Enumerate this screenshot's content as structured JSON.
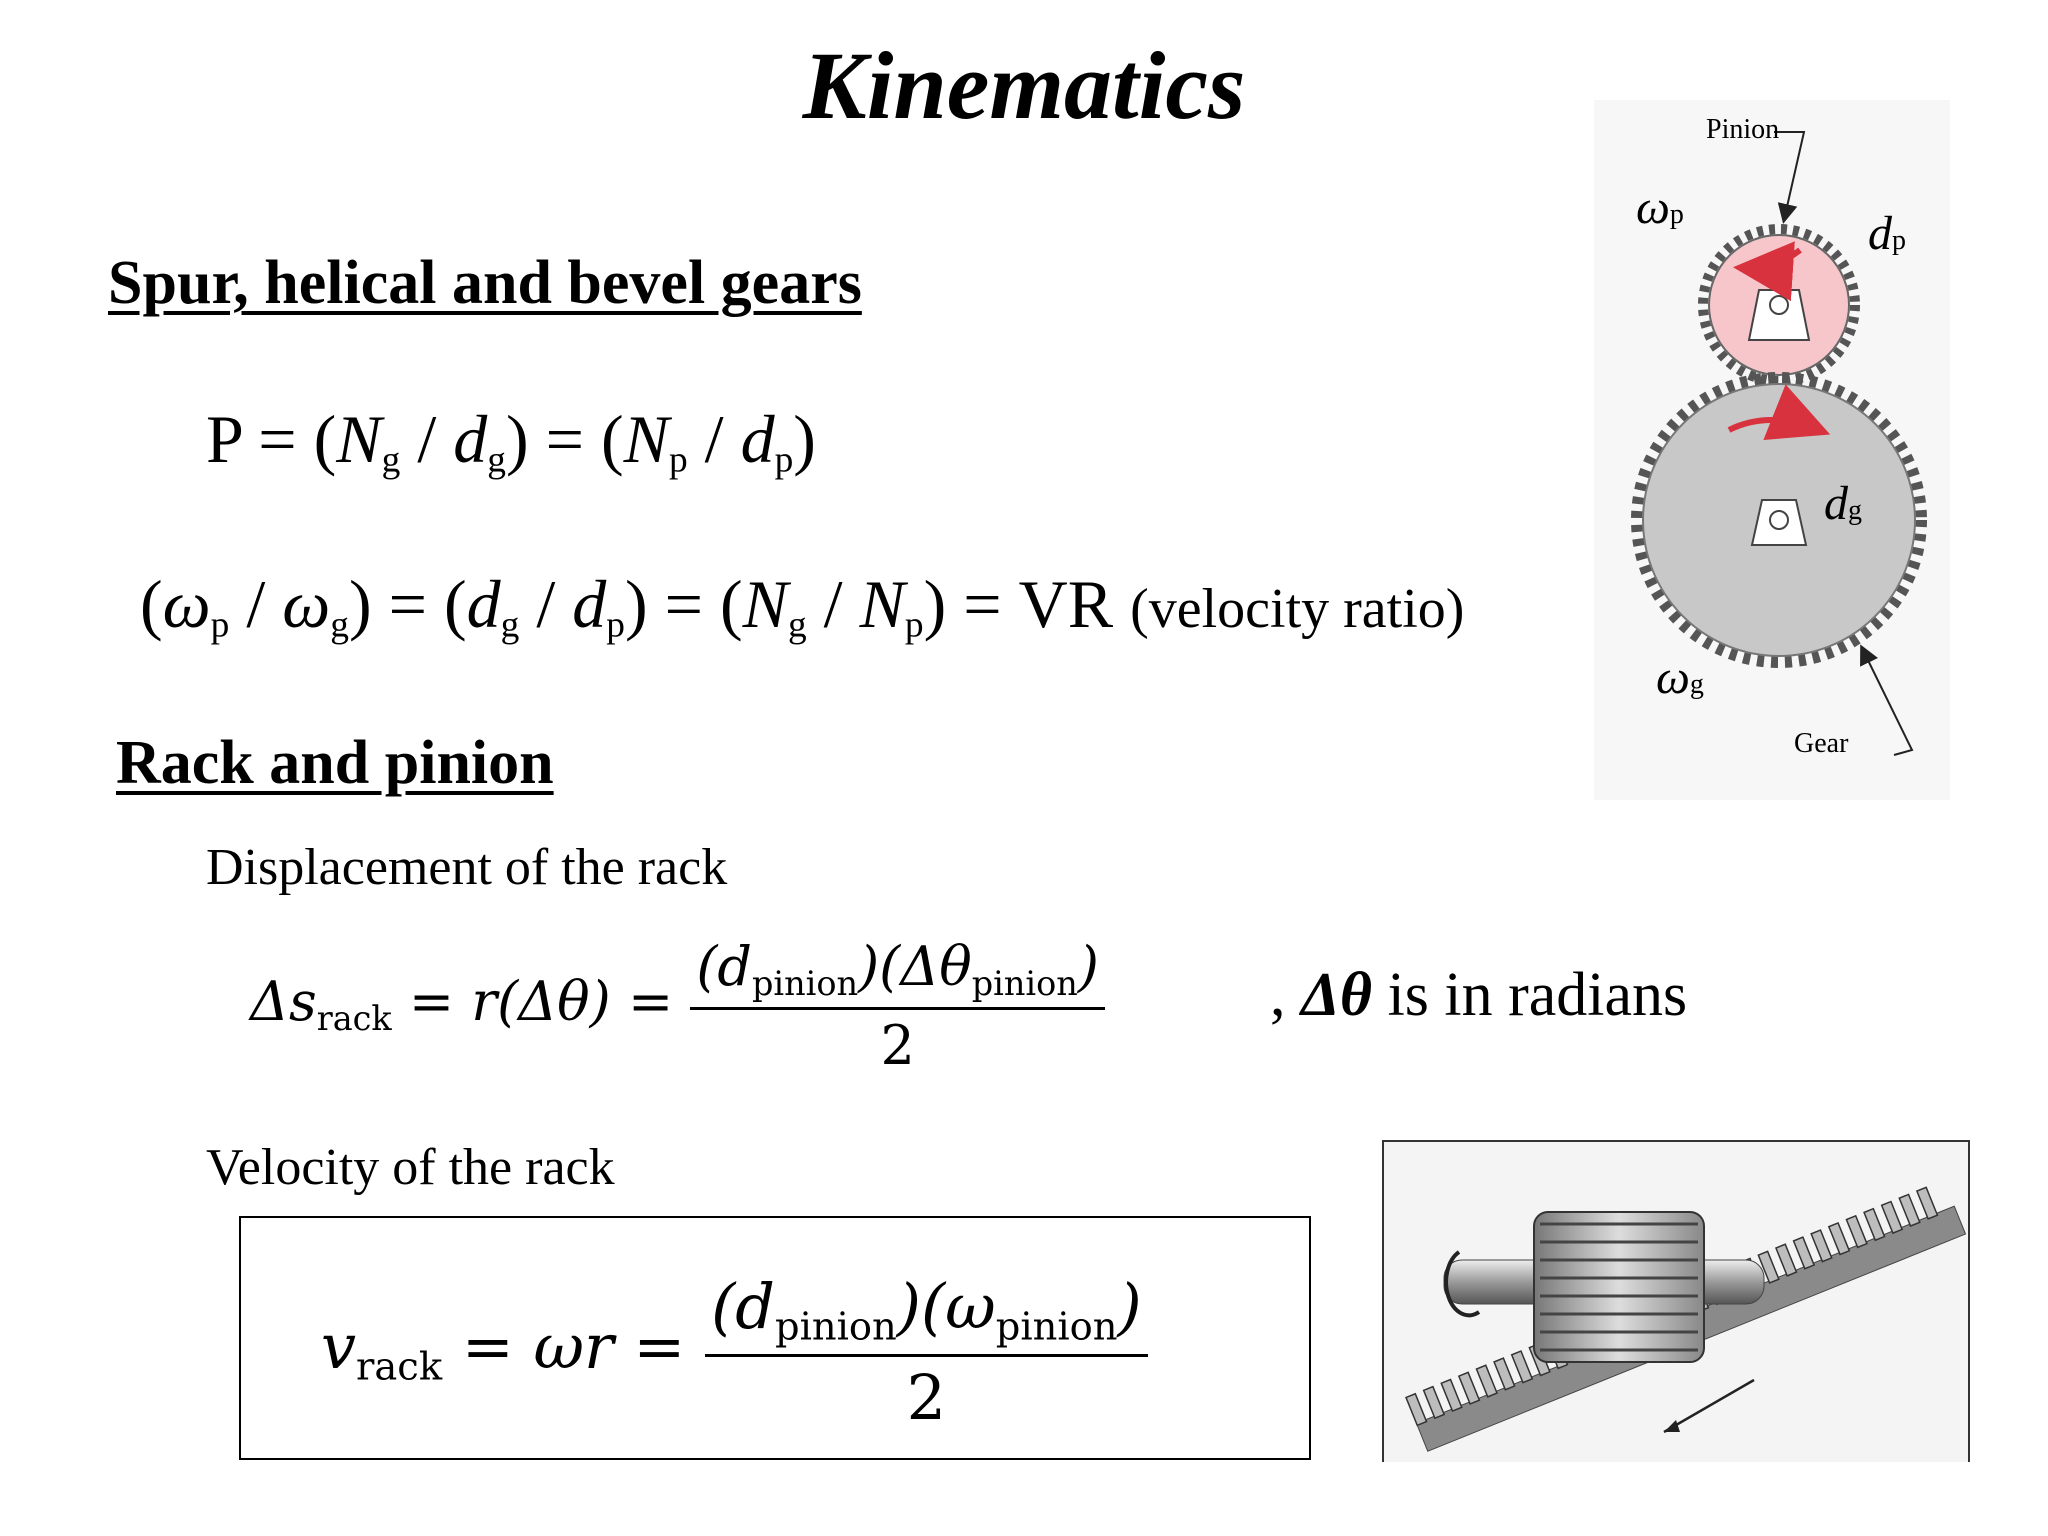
{
  "title": "Kinematics",
  "section1": {
    "heading": "Spur, helical and bevel gears",
    "eq1": {
      "P": "P",
      "eq": "=",
      "Ng": "N",
      "g": "g",
      "dg": "d",
      "Np": "N",
      "p": "p",
      "dp": "d"
    },
    "eq2": {
      "tail": "VR",
      "note": "(velocity ratio)"
    }
  },
  "section2": {
    "heading": "Rack and pinion",
    "displacement_label": "Displacement of the rack",
    "displacement_formula": {
      "lhs": "Δs",
      "lhs_sub": "rack",
      "mid": "r(Δθ)",
      "num_a": "(d",
      "num_a_sub": "pinion",
      "num_b": ")(Δθ",
      "num_b_sub": "pinion",
      "num_c": ")",
      "den": "2"
    },
    "radians_comma": ",",
    "radians_symbol": "Δθ",
    "radians_text": " is in radians",
    "velocity_label": "Velocity of the rack",
    "velocity_formula": {
      "lhs": "v",
      "lhs_sub": "rack",
      "mid": "ωr",
      "num_a": "(d",
      "num_a_sub": "pinion",
      "num_b": ")(ω",
      "num_b_sub": "pinion",
      "num_c": ")",
      "den": "2"
    }
  },
  "gear_figure": {
    "pinion_label": "Pinion",
    "gear_label": "Gear",
    "omega_p": "ω",
    "omega_p_sub": "p",
    "d_p": "d",
    "d_p_sub": "p",
    "d_g": "d",
    "d_g_sub": "g",
    "omega_g": "ω",
    "omega_g_sub": "g",
    "pinion_color": "#f6c6cb",
    "gear_color": "#c8c8c8",
    "arrow_color": "#d8323f"
  }
}
